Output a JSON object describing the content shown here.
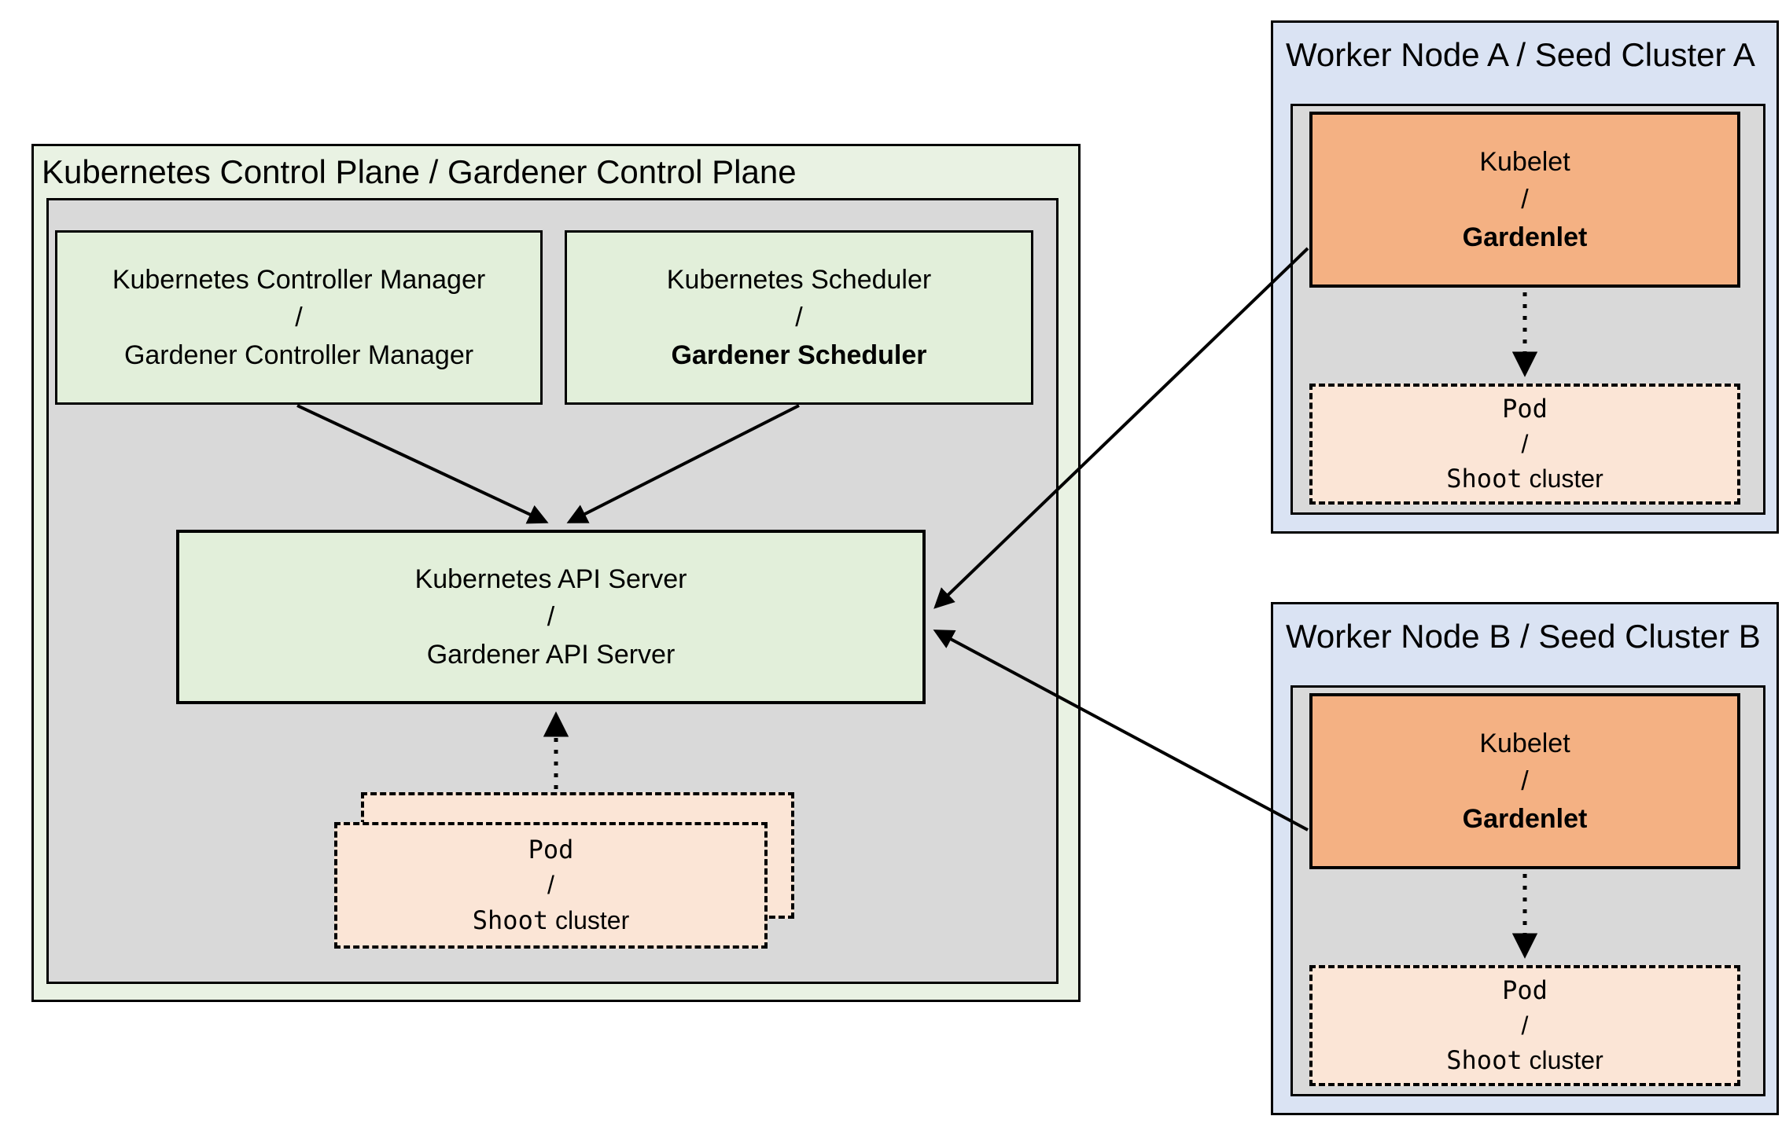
{
  "diagram": {
    "control_plane": {
      "title": "Kubernetes Control Plane / Gardener Control Plane",
      "controller_manager": {
        "line1": "Kubernetes Controller Manager",
        "line2": "/",
        "line3": "Gardener Controller Manager"
      },
      "scheduler": {
        "line1": "Kubernetes Scheduler",
        "line2": "/",
        "line3": "Gardener Scheduler"
      },
      "api_server": {
        "line1": "Kubernetes API Server",
        "line2": "/",
        "line3": "Gardener API Server"
      },
      "pod_stack": {
        "line1": "Pod",
        "line2": "/",
        "line3_mono": "Shoot",
        "line3_sans": "cluster"
      }
    },
    "worker_node_a": {
      "title": "Worker Node A / Seed Cluster A",
      "kubelet": {
        "line1": "Kubelet",
        "line2": "/",
        "line3": "Gardenlet"
      },
      "pod": {
        "line1": "Pod",
        "line2": "/",
        "line3_mono": "Shoot",
        "line3_sans": "cluster"
      }
    },
    "worker_node_b": {
      "title": "Worker Node B / Seed Cluster B",
      "kubelet": {
        "line1": "Kubelet",
        "line2": "/",
        "line3": "Gardenlet"
      },
      "pod": {
        "line1": "Pod",
        "line2": "/",
        "line3_mono": "Shoot",
        "line3_sans": "cluster"
      }
    },
    "colors": {
      "outer_green": "#e9f2e3",
      "component_green": "#e2efda",
      "panel_gray": "#d9d9d9",
      "kubelet_orange": "#f4b183",
      "pod_peach": "#fbe5d6",
      "worker_blue": "#dae3f3",
      "border": "#000000"
    }
  }
}
